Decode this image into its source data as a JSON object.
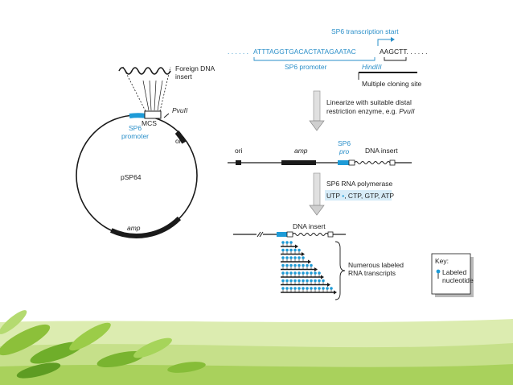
{
  "colors": {
    "blue": "#2a8fc9",
    "promoter": "#1e9bd7",
    "dark": "#1a1a1a",
    "leaf_light": "#cfe59a",
    "leaf_mid": "#9ccc3c",
    "leaf_dark": "#5b9a1e"
  },
  "plasmid": {
    "name": "pSP64",
    "foreign_dna_line1": "Foreign DNA",
    "foreign_dna_line2": "insert",
    "mcs": "MCS",
    "pvu": "PvuII",
    "ori": "ori",
    "sp6": "SP6",
    "promoter": "promoter",
    "amp": "amp"
  },
  "sequence": {
    "start_label": "SP6 transcription start",
    "dots_left": ". . . . . .",
    "seq_blue": "ATTTAGGTGACACTATAGAATAC",
    "seq_black": "AAGCTT. . . . . .",
    "promoter_label": "SP6 promoter",
    "hind": "HindIII",
    "mcs_label": "Multiple cloning site"
  },
  "linearize": {
    "line1": "Linearize with suitable distal",
    "line2_prefix": "restriction enzyme, e.g. ",
    "line2_enzyme": "PvuII"
  },
  "linear_map": {
    "ori": "ori",
    "amp": "amp",
    "sp6": "SP6",
    "pro": "pro",
    "insert": "DNA insert"
  },
  "polymerase": {
    "label": "SP6 RNA polymerase",
    "ntp_utp": "UTP",
    "ntp_rest": ", CTP, GTP, ATP"
  },
  "transcripts": {
    "insert": "DNA insert",
    "line1": "Numerous labeled",
    "line2": "RNA transcripts"
  },
  "key": {
    "title": "Key:",
    "item1": "Labeled",
    "item2": "nucleotide"
  }
}
